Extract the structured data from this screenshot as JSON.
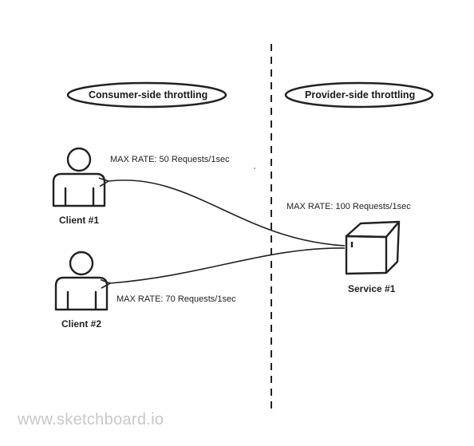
{
  "zones": {
    "consumer": "Consumer-side throttling",
    "provider": "Provider-side throttling"
  },
  "actors": {
    "client1": "Client #1",
    "client2": "Client #2",
    "service": "Service #1"
  },
  "rates": {
    "client1": "MAX RATE: 50 Requests/1sec",
    "client2": "MAX RATE: 70 Requests/1sec",
    "service": "MAX RATE: 100 Requests/1sec"
  },
  "icons": {
    "client1": "person-icon",
    "client2": "person-icon",
    "service": "server-icon"
  },
  "watermark": "www.sketchboard.io",
  "colors": {
    "stroke": "#222222",
    "watermark": "#c8c8c8"
  }
}
